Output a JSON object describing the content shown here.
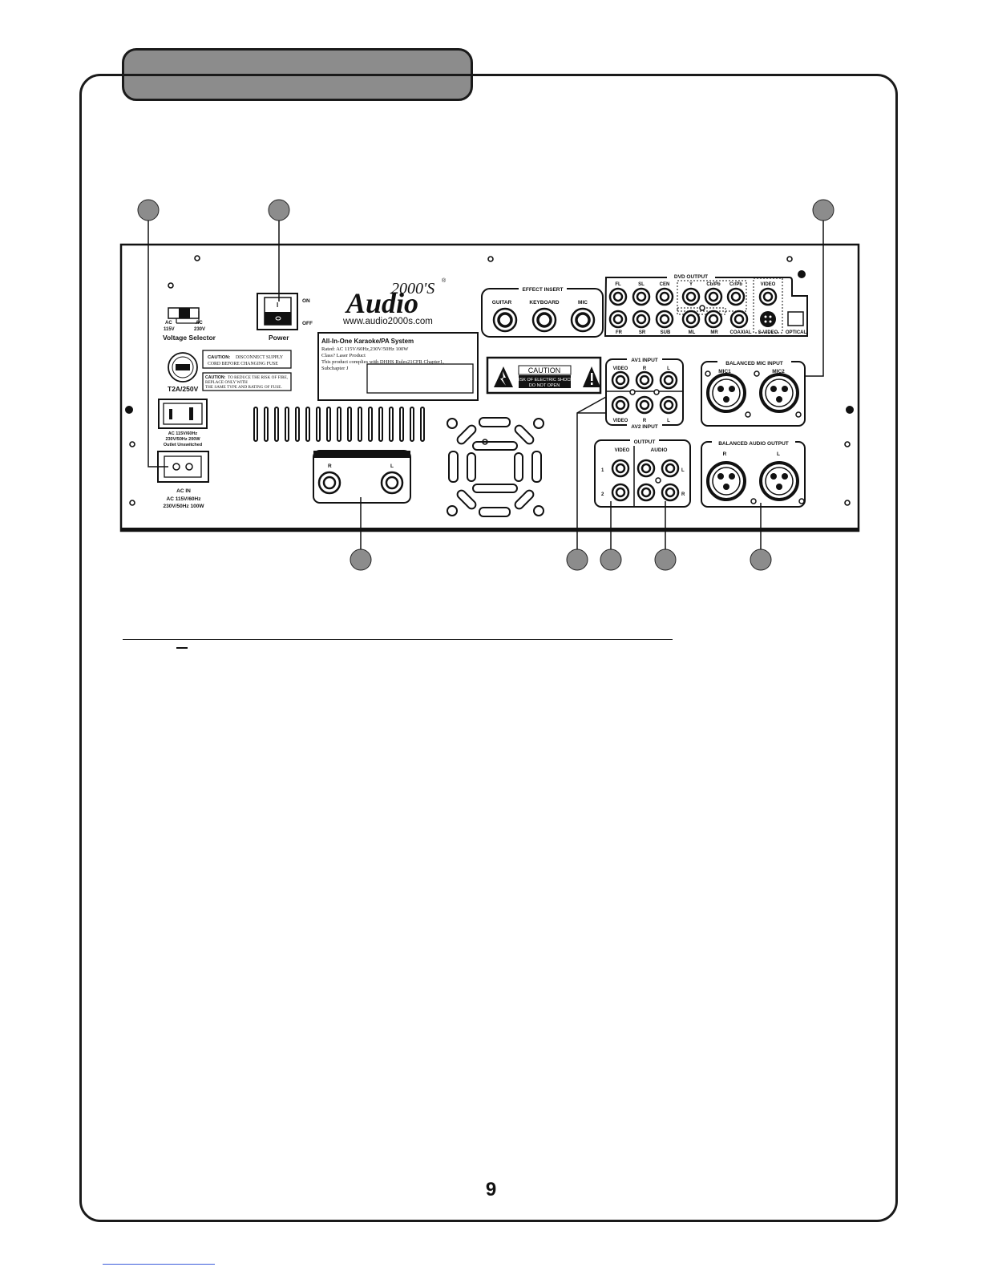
{
  "panel": {
    "voltage_selector": {
      "left": "AC\n115V",
      "right": "AC\n230V",
      "label": "Voltage Selector"
    },
    "power_switch": {
      "on": "ON",
      "off": "OFF",
      "on_mark": "I",
      "off_mark": "O",
      "label": "Power"
    },
    "fuse": {
      "label": "T2A/250V"
    },
    "caution_1": {
      "bold": "CAUTION:",
      "lines": [
        "DISCONNECT SUPPLY",
        "CORD BEFORE CHANGING FUSE"
      ]
    },
    "caution_2": {
      "bold": "CAUTION:",
      "lines": [
        "TO REDUCE THE RISK OF FIRE,",
        "REPLACE ONLY WITH",
        "THE SAME TYPE AND RATING OF FUSE."
      ]
    },
    "ac_outlet": {
      "lines": [
        "AC 115V/60Hz",
        "230V/50Hz 200W",
        "Outlet Unswitched"
      ]
    },
    "ac_in": {
      "label": "AC IN",
      "lines": [
        "AC 115V/60Hz",
        "230V/50Hz    100W"
      ]
    },
    "logo": {
      "brand": "Audio",
      "super": "2000'S",
      "reg": "®",
      "url": "www.audio2000s.com"
    },
    "spec_label": {
      "title": "All-In-One Karaoke/PA System",
      "lines": [
        "Rated: AC 115V/60Hz,230V/50Hz 100W",
        "Class? Laser Product",
        "This product complies with DHHS Rules21CFR Chapter1,",
        "Subchapter J"
      ]
    },
    "caution_plate": {
      "title": "CAUTION",
      "line1": "RISK OF ELECTRIC SHOCK",
      "line2": "DO NOT OPEN"
    },
    "effect_insert": {
      "title": "EFFECT INSERT",
      "jacks": [
        "GUITAR",
        "KEYBOARD",
        "MIC"
      ]
    },
    "dvd_output": {
      "title": "DVD OUTPUT",
      "top": [
        "FL",
        "SL",
        "CEN",
        "Y",
        "Cb/Pb",
        "Cr/Pb"
      ],
      "bottom": [
        "FR",
        "SR",
        "SUB",
        "ML",
        "MR",
        "COAXIAL"
      ],
      "video": "VIDEO",
      "svideo": "S-VIDEO",
      "optical": "OPTICAL"
    },
    "av1_input": {
      "title": "AV1 INPUT",
      "labels": [
        "VIDEO",
        "R",
        "L"
      ]
    },
    "av2_input": {
      "title": "AV2 INPUT",
      "labels": [
        "VIDEO",
        "R",
        "L"
      ]
    },
    "balanced_mic": {
      "title": "BALANCED MIC INPUT",
      "labels": [
        "MIC1",
        "MIC2"
      ]
    },
    "output": {
      "title": "OUTPUT",
      "video": "VIDEO",
      "audio": "AUDIO",
      "rows": [
        "1",
        "2"
      ],
      "sides": [
        "L",
        "R"
      ]
    },
    "balanced_audio": {
      "title": "BALANCED AUDIO OUTPUT",
      "labels": [
        "R",
        "L"
      ]
    },
    "speaker": {
      "labels": [
        "R",
        "L"
      ]
    }
  },
  "page_number": "9"
}
